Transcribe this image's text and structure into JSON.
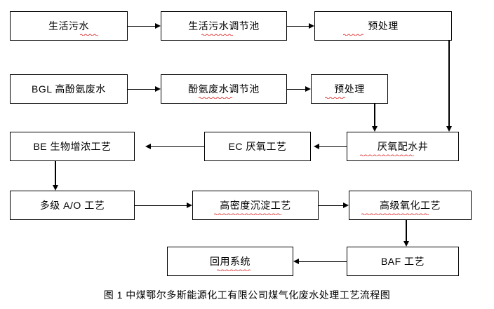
{
  "diagram": {
    "title": "图 1  中煤鄂尔多斯能源化工有限公司煤气化废水处理工艺流程图",
    "nodes": [
      {
        "id": "n1",
        "label": "生活污水"
      },
      {
        "id": "n2",
        "label": "生活污水调节池"
      },
      {
        "id": "n3",
        "label": "预处理"
      },
      {
        "id": "n4",
        "label": "BGL 高酚氨废水"
      },
      {
        "id": "n5",
        "label": "酚氨废水调节池"
      },
      {
        "id": "n6",
        "label": "预处理"
      },
      {
        "id": "n7",
        "label": "BE 生物增浓工艺"
      },
      {
        "id": "n8",
        "label": "EC 厌氧工艺"
      },
      {
        "id": "n9",
        "label": "厌氧配水井"
      },
      {
        "id": "n10",
        "label": "多级 A/O 工艺"
      },
      {
        "id": "n11",
        "label": "高密度沉淀工艺"
      },
      {
        "id": "n12",
        "label": "高级氧化工艺"
      },
      {
        "id": "n13",
        "label": "回用系统"
      },
      {
        "id": "n14",
        "label": "BAF 工艺"
      }
    ]
  },
  "colors": {
    "stroke": "#000000",
    "background": "#ffffff",
    "text": "#000000",
    "spellcheck": "#e04040"
  }
}
